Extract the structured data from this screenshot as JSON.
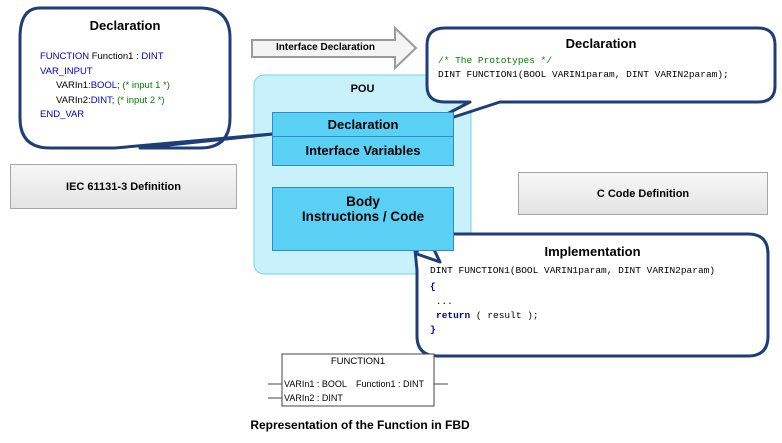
{
  "top_arrow": {
    "label": "Interface Declaration"
  },
  "left_bubble": {
    "title": "Declaration",
    "line1_kw": "FUNCTION",
    "line1_name": " Function1 : ",
    "line1_type": "DINT",
    "line2": "VAR_INPUT",
    "line3_name": "VARIn1:",
    "line3_type": "BOOL;",
    "line3_comment": " (* input 1 *)",
    "line4_name": "VARIn2:",
    "line4_type": "DINT;",
    "line4_comment": " (* input 2 *)",
    "line5": "END_VAR"
  },
  "right_bubble": {
    "title": "Declaration",
    "comment": "/* The Prototypes */",
    "code": "DINT FUNCTION1(BOOL VARIN1param, DINT VARIN2param);"
  },
  "pou": {
    "title": "POU",
    "declaration": "Declaration",
    "interface_variables": "Interface Variables",
    "body_line1": "Body",
    "body_line2": "Instructions / Code"
  },
  "iec_box": {
    "label": "IEC 61131-3 Definition"
  },
  "c_box": {
    "label": "C Code Definition"
  },
  "impl_bubble": {
    "title": "Implementation",
    "line1": "DINT FUNCTION1(BOOL VARIN1param, DINT VARIN2param)",
    "line2": "{",
    "line3": " ...",
    "line4_kw": "return",
    "line4_rest": " ( result );",
    "line5": "}"
  },
  "fbd": {
    "name": "FUNCTION1",
    "in1": "VARIn1 : BOOL",
    "out": "Function1 : DINT",
    "in2": "VARIn2 : DINT",
    "caption": "Representation of the Function in FBD"
  },
  "colors": {
    "bubble_border": "#1f3e78",
    "blue_fill": "#5bd0f5",
    "pou_fill": "#c8f1fb"
  }
}
